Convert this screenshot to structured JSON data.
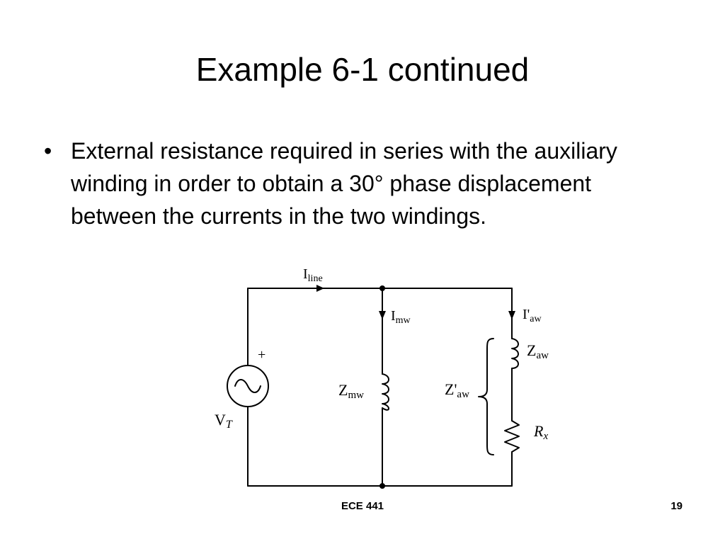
{
  "slide": {
    "title": "Example 6-1 continued",
    "bullet_marker": "•",
    "bullet_text": "External resistance required in series with the auxiliary winding in order to obtain a 30° phase displacement between the currents in the two windings."
  },
  "circuit": {
    "i_line_main": "I",
    "i_line_sub": "line",
    "i_mw_main": "I",
    "i_mw_sub": "mw",
    "i_aw_main": "I'",
    "i_aw_sub": "aw",
    "plus_sign": "+",
    "v_main": "V",
    "v_sub": "T",
    "z_mw_main": "Z",
    "z_mw_sub": "mw",
    "z_aw_prime_main": "Z'",
    "z_aw_prime_sub": "aw",
    "z_aw_main": "Z",
    "z_aw_sub": "aw",
    "r_main": "R",
    "r_sub": "x"
  },
  "footer": {
    "course": "ECE 441",
    "page_number": "19"
  }
}
